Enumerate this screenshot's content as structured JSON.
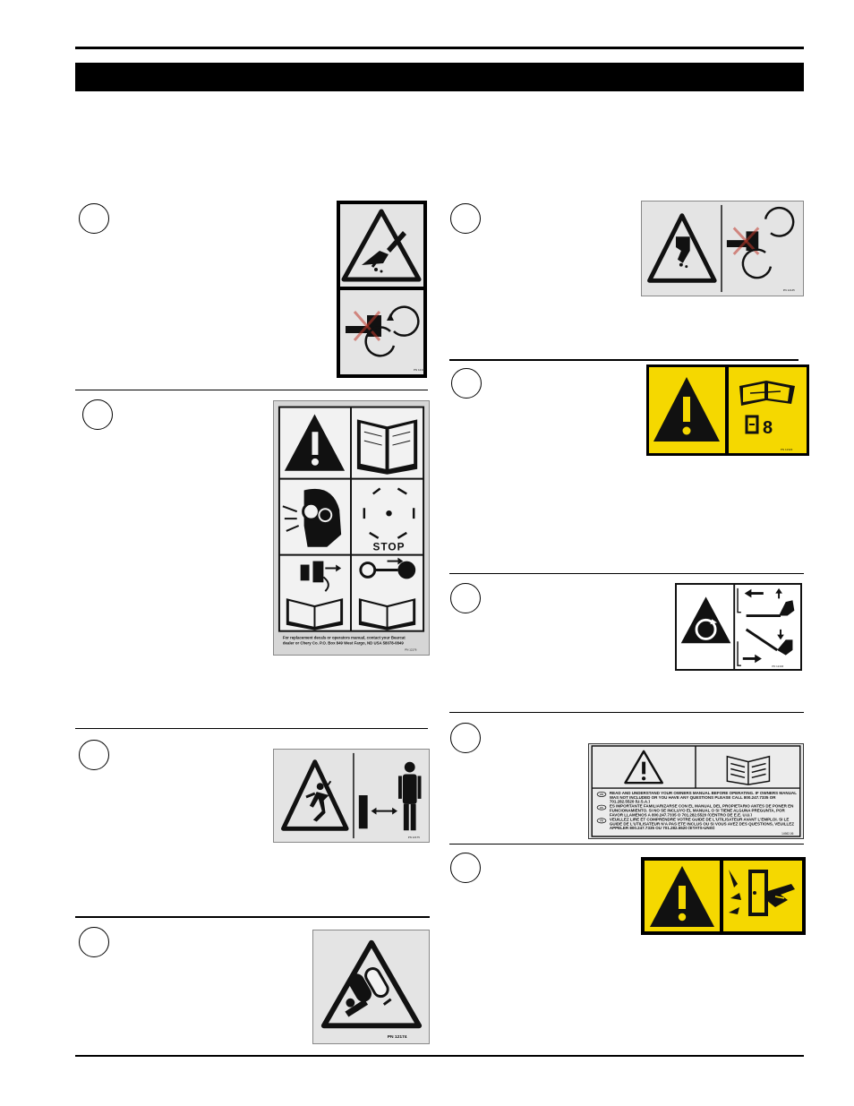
{
  "page": {
    "section_title": ""
  },
  "items": [
    {
      "number": ""
    },
    {
      "number": ""
    },
    {
      "number": ""
    },
    {
      "number": ""
    },
    {
      "number": ""
    },
    {
      "number": ""
    },
    {
      "number": ""
    },
    {
      "number": ""
    },
    {
      "number": ""
    }
  ],
  "decals": {
    "finger_cut": {
      "part_number": "PN 12136"
    },
    "safety_grid": {
      "stop_label": "STOP",
      "footer_line1": "For replacement decals or operators manual, contact your Bearcat",
      "footer_line2": "dealer or Chery Co. P.O. Box 849 West Fargo, ND USA 58078-0849",
      "part_number": "PN 12176"
    },
    "thrown_objects": {
      "part_number": "PN 12175"
    },
    "entanglement": {
      "part_number": "PN 12174"
    },
    "hand_rotating": {
      "part_number": "PN 12135"
    },
    "read_manual_yellow": {
      "part_number": "PN 12323",
      "manual_section": "8"
    },
    "drive_engage": {
      "part_number": "PN 12133"
    },
    "owners_manual": {
      "lang_en": "EN",
      "lang_es": "ES",
      "lang_fr": "FR",
      "text_en": "READ AND UNDERSTAND YOUR OWNERS MANUAL BEFORE OPERATING. IF OWNERS MANUAL WAS NOT INCLUDED OR YOU HAVE ANY QUESTIONS PLEASE CALL 800.247.7335 OR 701.282.5520 (U.S.A.)",
      "text_es": "ES IMPORTANTE FAMILIARIZARSE CON EL MANUAL DEL PROPIETARIO ANTES DE PONER EN FUNCIONAMIENTO. SI NO SE INCLUYO EL MANUAL O SI TIENE ALGUNA PREGUNTA, POR FAVOR LLAMENOS A 800.247.7335 O 701.282.5520 (CENTRO DE E.E. U.U.)",
      "text_fr": "VEUILLEZ LIRE ET COMPRENDRE VOTRE GUIDE DE L'UTILISATEUR AVANT L'EMPLOI. SI LE GUIDE DE L'UTILISATEUR N'A PAS ETE INCLUS OU SI VOUS AVEZ DES QUESTIONS, VEUILLEZ APPELER 800.247.7335 OU 701.282.5520 (ETATS-UNIS)",
      "part_number": "14982-06"
    },
    "pinch_door": {
      "part_number": ""
    }
  },
  "colors": {
    "safety_yellow": "#f5d800",
    "decal_gray": "#e4e4e4",
    "ink": "#111111"
  }
}
